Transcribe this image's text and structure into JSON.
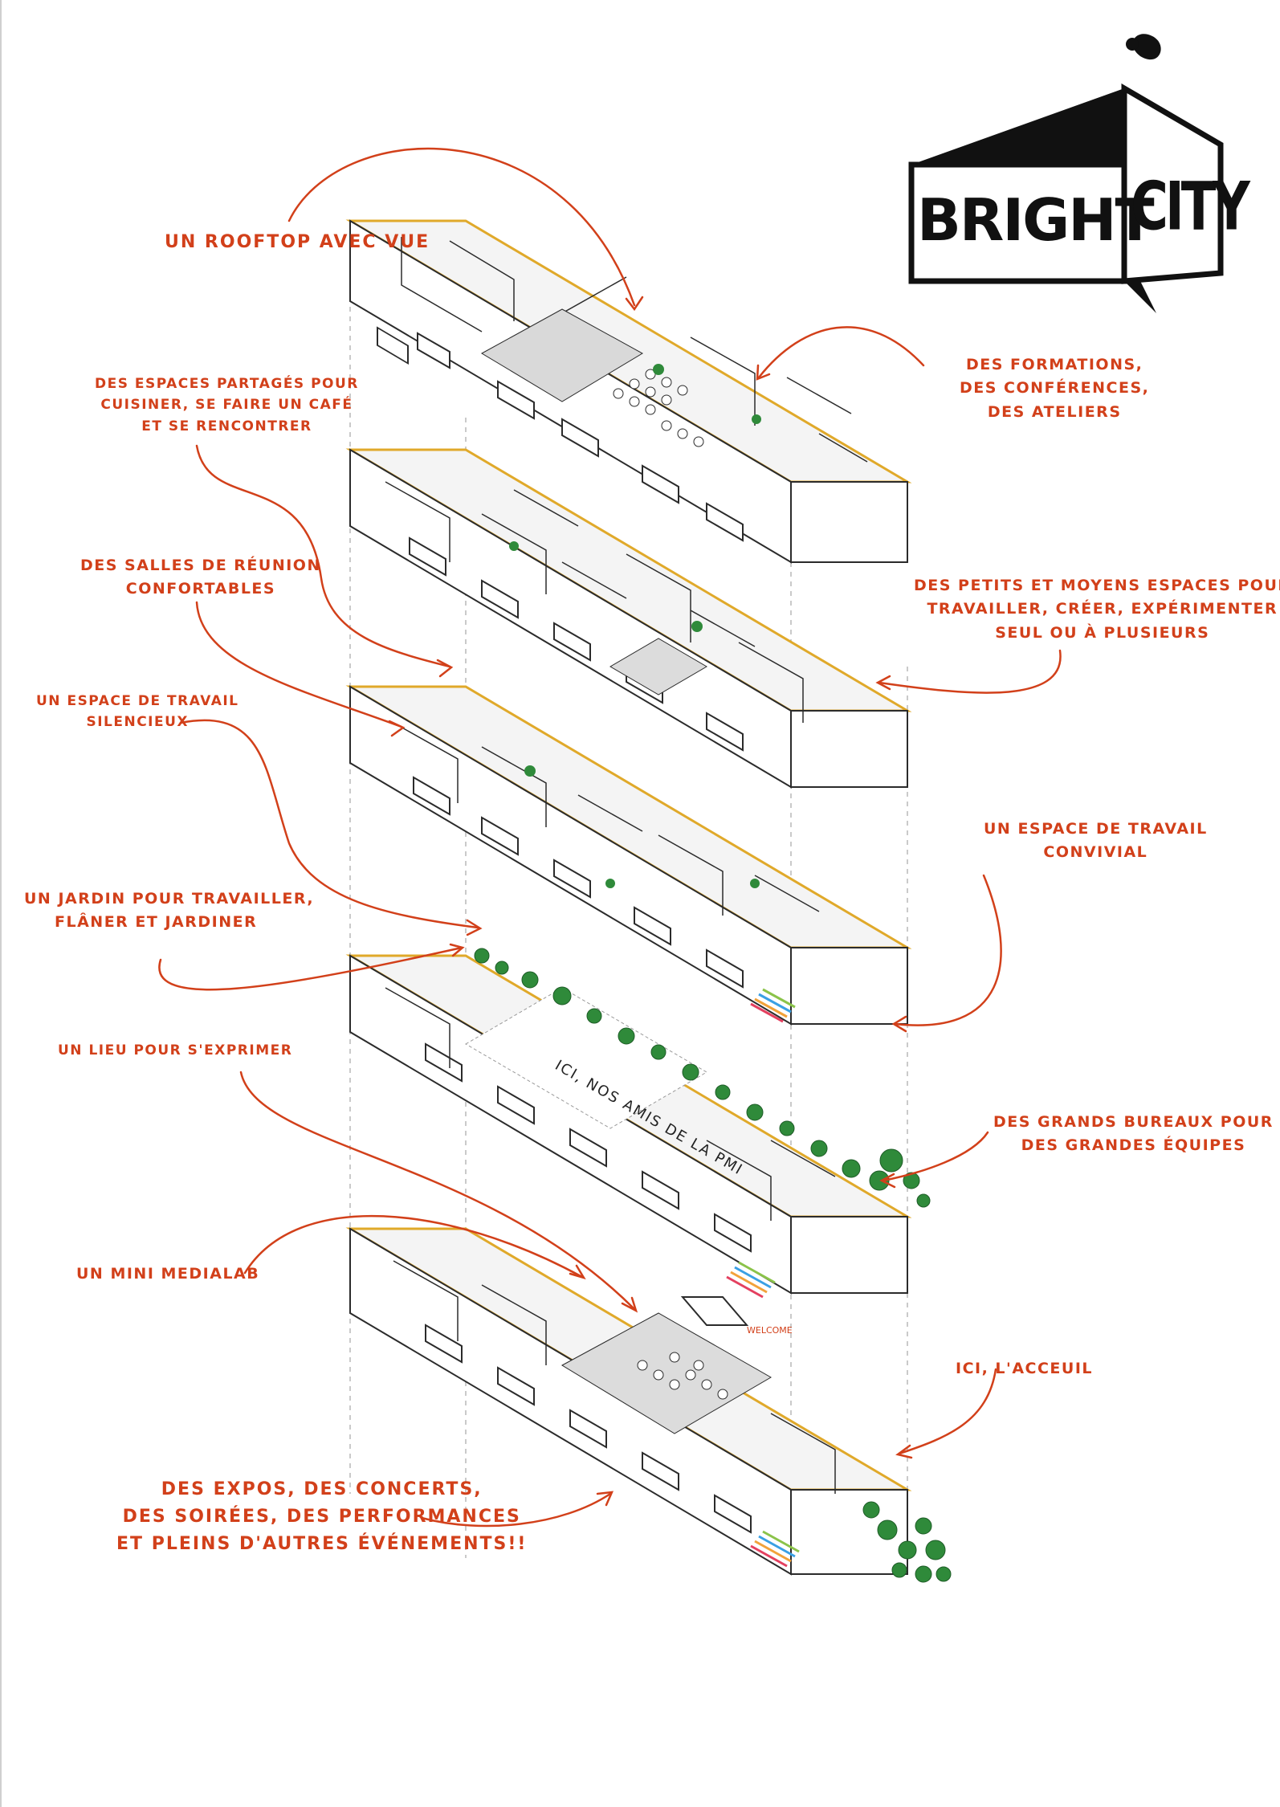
{
  "logo": {
    "text_left": "BRIGHT",
    "text_right": "CITY"
  },
  "labels": {
    "rooftop": "UN ROOFTOP AVEC VUE",
    "shared_spaces": [
      "DES ESPACES PARTAGÉS POUR",
      "CUISINER, SE FAIRE UN CAFÉ",
      "ET SE RENCONTRER"
    ],
    "trainings": [
      "DES FORMATIONS,",
      "DES CONFÉRENCES,",
      "DES ATELIERS"
    ],
    "meeting_rooms": [
      "DES SALLES DE RÉUNION",
      "CONFORTABLES"
    ],
    "small_spaces": [
      "DES PETITS ET MOYENS ESPACES POUR",
      "TRAVAILLER, CRÉER, EXPÉRIMENTER",
      "SEUL OU À PLUSIEURS"
    ],
    "silent_work": [
      "UN ESPACE DE TRAVAIL",
      "SILENCIEUX"
    ],
    "convivial_work": [
      "UN ESPACE DE TRAVAIL",
      "CONVIVIAL"
    ],
    "garden": [
      "UN JARDIN POUR TRAVAILLER,",
      "FLÂNER ET JARDINER"
    ],
    "express": "UN LIEU POUR S'EXPRIMER",
    "big_offices": [
      "DES GRANDS BUREAUX POUR",
      "DES GRANDES ÉQUIPES"
    ],
    "medialab": "UN MINI MEDIALAB",
    "reception": "ICI, L'ACCEUIL",
    "events": [
      "DES EXPOS, DES CONCERTS,",
      "DES SOIRÉES, DES PERFORMANCES",
      "ET PLEINS D'AUTRES ÉVÉNEMENTS!!"
    ]
  },
  "floor_notes": {
    "pmi": [
      "ICI, NOS AMIS DE LA PMI"
    ],
    "welcome_sign": "WELCOME"
  },
  "colors": {
    "annotation": "#d2401a",
    "floor_edge": "#e0a92a",
    "line": "#2b2b2b",
    "interior": "#e9e9e9",
    "plant": "#2f8a3a"
  }
}
